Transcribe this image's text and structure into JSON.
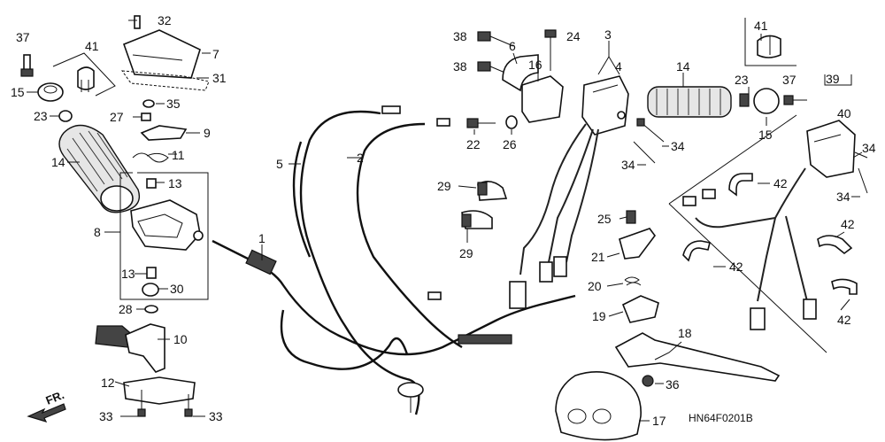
{
  "diagram": {
    "code": "HN64F0201B",
    "direction_label": "FR.",
    "callouts": {
      "c1": "1",
      "c2": "2",
      "c3": "3",
      "c4": "4",
      "c5": "5",
      "c6": "6",
      "c7": "7",
      "c8": "8",
      "c9": "9",
      "c10": "10",
      "c11": "11",
      "c12": "12",
      "c13a": "13",
      "c13b": "13",
      "c14a": "14",
      "c14b": "14",
      "c15a": "15",
      "c15b": "15",
      "c16": "16",
      "c17": "17",
      "c18": "18",
      "c19": "19",
      "c20": "20",
      "c21": "21",
      "c22": "22",
      "c23a": "23",
      "c23b": "23",
      "c24": "24",
      "c25": "25",
      "c26": "26",
      "c27": "27",
      "c28": "28",
      "c29a": "29",
      "c29b": "29",
      "c30": "30",
      "c31": "31",
      "c32": "32",
      "c33a": "33",
      "c33b": "33",
      "c34a": "34",
      "c34b": "34",
      "c34c": "34",
      "c34d": "34",
      "c35": "35",
      "c36": "36",
      "c37a": "37",
      "c37b": "37",
      "c38a": "38",
      "c38b": "38",
      "c39": "39",
      "c40": "40",
      "c41a": "41",
      "c41b": "41",
      "c42a": "42",
      "c42b": "42",
      "c42c": "42",
      "c42d": "42"
    }
  }
}
